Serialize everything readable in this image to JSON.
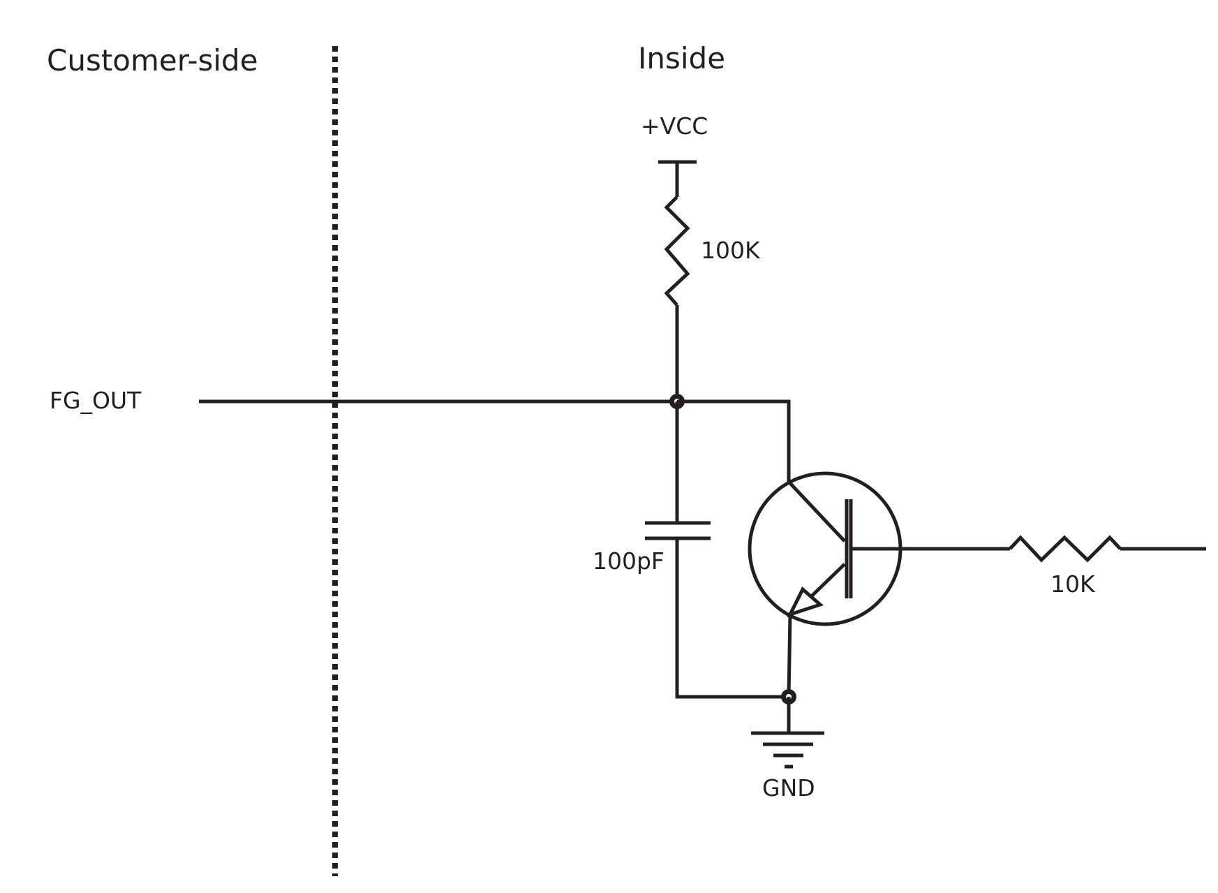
{
  "regions": {
    "left_title": "Customer-side",
    "right_title": "Inside"
  },
  "nets": {
    "input": "FG_OUT",
    "supply": "+VCC",
    "ground": "GND"
  },
  "components": {
    "pullup_resistor": "100K",
    "capacitor": "100pF",
    "base_resistor": "10K"
  },
  "colors": {
    "ink": "#231f20",
    "background": "#ffffff"
  }
}
